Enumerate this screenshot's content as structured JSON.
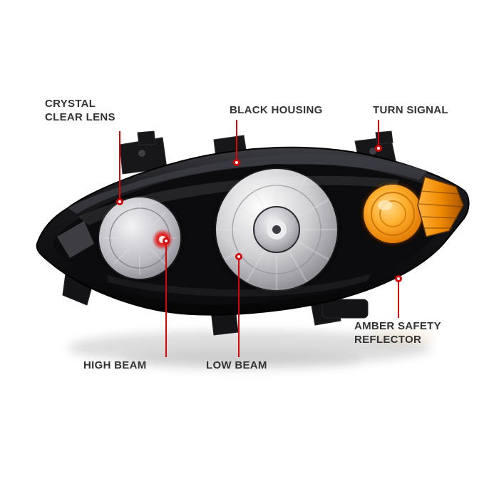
{
  "theme": {
    "background": "#ffffff",
    "accent_color": "#d40808",
    "label_color": "#333333",
    "amber_color": "#f08a00",
    "housing_color": "#0b0b0d"
  },
  "figure": {
    "subject": "black-housing-headlight-assembly"
  },
  "callouts": [
    {
      "id": "crystal-clear-lens",
      "label": "CRYSTAL\nCLEAR LENS"
    },
    {
      "id": "black-housing",
      "label": "BLACK HOUSING"
    },
    {
      "id": "turn-signal",
      "label": "TURN SIGNAL"
    },
    {
      "id": "amber-safety-reflector",
      "label": "AMBER SAFETY\nREFLECTOR"
    },
    {
      "id": "high-beam",
      "label": "HIGH BEAM"
    },
    {
      "id": "low-beam",
      "label": "LOW BEAM"
    }
  ]
}
